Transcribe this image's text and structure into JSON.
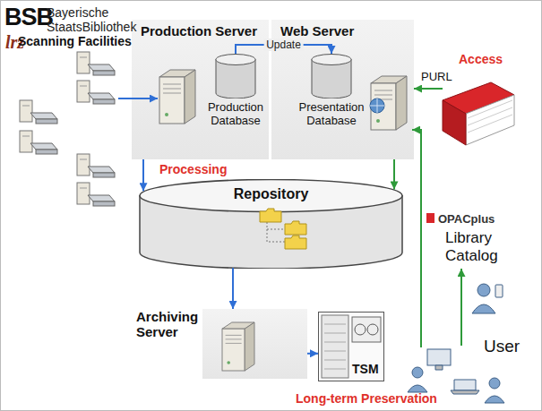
{
  "diagram": {
    "nodes": [
      {
        "text": [
          "Production Server"
        ]
      },
      {
        "text": [
          "Production Database"
        ],
        "in": 0
      },
      {
        "text": [
          "Web Server"
        ]
      },
      {
        "text": [
          "Presentation Database"
        ],
        "in": 2
      },
      {
        "text": [
          "Repository"
        ]
      },
      {
        "text": [
          "Archiving Server"
        ]
      },
      {
        "text": [
          "TSM"
        ]
      }
    ],
    "edges": [
      {
        "from": 0,
        "to": 4,
        "arrow": "to"
      },
      {
        "from": 1,
        "to": 3,
        "label": "Update",
        "arrow": "to"
      },
      {
        "from": 2,
        "to": 4,
        "arrow": "to"
      },
      {
        "from": 4,
        "to": 5,
        "arrow": "to"
      },
      {
        "from": 5,
        "to": 6,
        "arrow": "to"
      }
    ],
    "labels": [
      "BSB",
      "Bayerische StaatsBibliothek",
      "lrz",
      "Scanning Facilities",
      "Processing",
      "Access",
      "PURL",
      "OPACplus",
      "Library Catalog",
      "User",
      "Long-term Preservation"
    ]
  }
}
